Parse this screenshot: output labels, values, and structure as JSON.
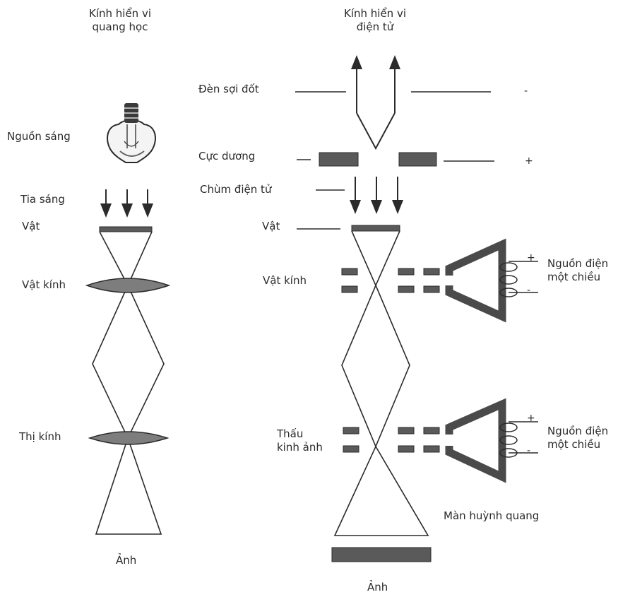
{
  "optical": {
    "title_line1": "Kính hiển vi",
    "title_line2": "quang học",
    "light_source": "Nguồn sáng",
    "light_rays": "Tia sáng",
    "specimen": "Vật",
    "objective": "Vật kính",
    "eyepiece": "Thị kính",
    "image": "Ảnh"
  },
  "electron": {
    "title_line1": "Kính hiển vi",
    "title_line2": "điện tử",
    "filament": "Đèn sợi đốt",
    "filament_sign": "-",
    "anode": "Cực dương",
    "anode_sign": "+",
    "electron_beam": "Chùm điện tử",
    "specimen": "Vật",
    "objective": "Vật kính",
    "projector_line1": "Thấu",
    "projector_line2": "kinh ảnh",
    "dc_source_line1": "Nguồn điện",
    "dc_source_line2": "một chiều",
    "plus": "+",
    "minus": "-",
    "screen": "Màn huỳnh quang",
    "image": "Ảnh"
  },
  "colors": {
    "line": "#2b2b2b",
    "lens_fill": "#7d7d7d",
    "plate_fill": "#5a5a5a"
  }
}
